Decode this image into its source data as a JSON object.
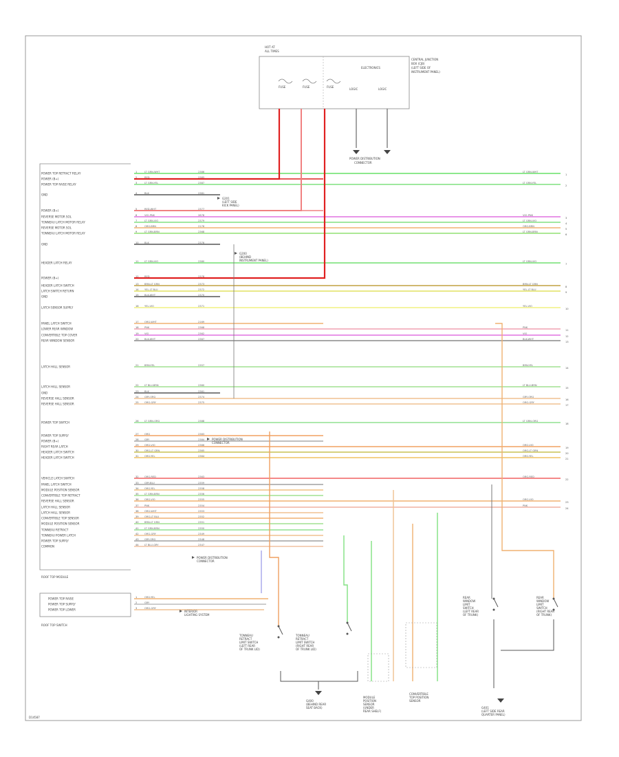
{
  "diagram": {
    "top_module": {
      "title_lines": [
        "HOT AT",
        "ALL TIMES"
      ],
      "fuse_labels": [
        "FUSE",
        "FUSE",
        "FUSE"
      ],
      "side_text": [
        "CENTRAL JUNCTION",
        "BOX (CJB)",
        "(LEFT SIDE OF",
        "INSTRUMENT PANEL)"
      ],
      "inner_title": "ELECTRONICS",
      "relay_labels": [
        "LOGIC",
        "LOGIC"
      ],
      "bottom_label": [
        "POWER DISTRIBUTION",
        "CONNECTOR"
      ]
    },
    "left_panel_title": "ROOF TOP MODULE",
    "switch_panel_title": "ROOF TOP SWITCH",
    "wires": [
      {
        "label": "POWER TOP RETRACT RELAY",
        "pin": "1",
        "color": "LT GRN-WHT",
        "code": "2386",
        "hex": "#66e066",
        "right": "LT GRN-WHT",
        "rnum": "1"
      },
      {
        "label": "POWER (B+)",
        "pin": "2",
        "color": "RED",
        "code": "2385",
        "hex": "#e02020",
        "right": "",
        "rnum": ""
      },
      {
        "label": "POWER TOP RAISE RELAY",
        "pin": "3",
        "color": "LT GRN-YEL",
        "code": "2387",
        "hex": "#7ee07e",
        "right": "LT GRN-YEL",
        "rnum": "2"
      },
      {
        "label": "GND",
        "pin": "4",
        "color": "BLK",
        "code": "2381",
        "hex": "#555555",
        "right": "",
        "rnum": ""
      },
      {
        "label": "POWER (B+)",
        "pin": "5",
        "color": "RED-WHT",
        "code": "2377",
        "hex": "#f08080",
        "right": "",
        "rnum": ""
      },
      {
        "label": "REVERSE MOTOR SOL",
        "pin": "6",
        "color": "VIO-PNK",
        "code": "2878",
        "hex": "#e070e0",
        "right": "VIO-PNK",
        "rnum": "3"
      },
      {
        "label": "TONNEAU LATCH MOTOR RELAY",
        "pin": "7",
        "color": "LT GRN-VIO",
        "code": "2379",
        "hex": "#80e080",
        "right": "LT GRN-VIO",
        "rnum": "4"
      },
      {
        "label": "REVERSE MOTOR SOL",
        "pin": "8",
        "color": "ORG-BRN",
        "code": "2176",
        "hex": "#f0b070",
        "right": "ORG-BRN",
        "rnum": "5"
      },
      {
        "label": "TONNEAU LATCH MOTOR RELAY",
        "pin": "9",
        "color": "LT GRN-BRN",
        "code": "2368",
        "hex": "#90e070",
        "right": "LT GRN-BRN",
        "rnum": "6"
      },
      {
        "label": "GND",
        "pin": "10",
        "color": "BLK",
        "code": "2376",
        "hex": "#555555",
        "right": "",
        "rnum": ""
      },
      {
        "label": "HEADER LATCH RELAY",
        "pin": "11",
        "color": "LT GRN-VIO",
        "code": "2380",
        "hex": "#70e070",
        "right": "LT GRN-VIO",
        "rnum": "7"
      },
      {
        "label": "POWER (B+)",
        "pin": "12",
        "color": "RED",
        "code": "2378",
        "hex": "#e02020",
        "right": "",
        "rnum": ""
      },
      {
        "label": "HEADER LATCH SWITCH",
        "pin": "13",
        "color": "BRN-LT GRN",
        "code": "2373",
        "hex": "#c0a040",
        "right": "BRN-LT GRN",
        "rnum": "8"
      },
      {
        "label": "LATCH SWITCH RETURN",
        "pin": "14",
        "color": "YEL-LT BLU",
        "code": "2372",
        "hex": "#e0e060",
        "right": "YEL-LT BLU",
        "rnum": "9"
      },
      {
        "label": "GND",
        "pin": "15",
        "color": "BLK-WHT",
        "code": "2370",
        "hex": "#555555",
        "right": "",
        "rnum": ""
      },
      {
        "label": "LATCH SENSOR SUPPLY",
        "pin": "16",
        "color": "YEL-VIO",
        "code": "2371",
        "hex": "#f0f080",
        "right": "YEL-VIO",
        "rnum": "10"
      },
      {
        "label": "PANEL LATCH SWITCH",
        "pin": "17",
        "color": "ORG-WHT",
        "code": "2169",
        "hex": "#f0b070",
        "right": "",
        "rnum": ""
      },
      {
        "label": "LOWER REAR WINDOW",
        "pin": "18",
        "color": "PNK",
        "code": "2368",
        "hex": "#f0a0b0",
        "right": "PNK",
        "rnum": "11"
      },
      {
        "label": "CONVERTIBLE TOP COVER",
        "pin": "19",
        "color": "VIO",
        "code": "2362",
        "hex": "#e070e0",
        "right": "VIO",
        "rnum": "12"
      },
      {
        "label": "REAR WINDOW SENSOR",
        "pin": "20",
        "color": "BLK-WHT",
        "code": "2367",
        "hex": "#888888",
        "right": "BLK-WHT",
        "rnum": "13"
      },
      {
        "label": "LATCH HALL SENSOR",
        "pin": "21",
        "color": "BRN-YEL",
        "code": "2357",
        "hex": "#a0e090",
        "right": "BRN-YEL",
        "rnum": "14"
      },
      {
        "label": "LATCH HALL SENSOR",
        "pin": "22",
        "color": "LT BLU-BRN",
        "code": "2360",
        "hex": "#a0e090",
        "right": "LT BLU-BRN",
        "rnum": "15"
      },
      {
        "label": "GND",
        "pin": "23",
        "color": "BLK",
        "code": "2361",
        "hex": "#555555",
        "right": "",
        "rnum": ""
      },
      {
        "label": "REVERSE HALL SENSOR",
        "pin": "24",
        "color": "GRY-ORG",
        "code": "2374",
        "hex": "#f0c090",
        "right": "GRY-ORG",
        "rnum": "16"
      },
      {
        "label": "REVERSE HALL SENSOR",
        "pin": "25",
        "color": "ORG-GRY",
        "code": "2375",
        "hex": "#f0c090",
        "right": "ORG-GRY",
        "rnum": "17"
      },
      {
        "label": "POWER TOP SWITCH",
        "pin": "26",
        "color": "LT GRN-ORG",
        "code": "2388",
        "hex": "#90e090",
        "right": "LT GRN-ORG",
        "rnum": "18"
      },
      {
        "label": "POWER TOP SUPPLY",
        "pin": "27",
        "color": "ORG",
        "code": "2383",
        "hex": "#f0a060",
        "right": "",
        "rnum": ""
      },
      {
        "label": "POWER (B+)",
        "pin": "28",
        "color": "GRY",
        "code": "2384",
        "hex": "#aaaaaa",
        "right": "",
        "rnum": ""
      },
      {
        "label": "RIGHT REAR LATCH",
        "pin": "29",
        "color": "ORG-VIO",
        "code": "2366",
        "hex": "#f0a060",
        "right": "ORG-VIO",
        "rnum": "19"
      },
      {
        "label": "HEADER LATCH SWITCH",
        "pin": "30",
        "color": "ORG-LT GRN",
        "code": "2365",
        "hex": "#c8c050",
        "right": "ORG-LT GRN",
        "rnum": "20"
      },
      {
        "label": "HEADER LATCH SWITCH",
        "pin": "31",
        "color": "ORG-YEL",
        "code": "2364",
        "hex": "#f0c060",
        "right": "ORG-YEL",
        "rnum": "21"
      },
      {
        "label": "VEHICLE LATCH SWITCH",
        "pin": "32",
        "color": "ORG-RED",
        "code": "2363",
        "hex": "#f06060",
        "right": "ORG-RED",
        "rnum": "22"
      },
      {
        "label": "PANEL LATCH SWITCH",
        "pin": "33",
        "color": "GRY-BLU",
        "code": "2359",
        "hex": "#a0a0a0",
        "right": "",
        "rnum": ""
      },
      {
        "label": "MODULE POSITION SENSOR",
        "pin": "34",
        "color": "ORG-YEL",
        "code": "2358",
        "hex": "#f0c080",
        "right": "",
        "rnum": ""
      },
      {
        "label": "CONVERTIBLE TOP RETRACT",
        "pin": "35",
        "color": "LT GRN-BRN",
        "code": "2356",
        "hex": "#a0e090",
        "right": "",
        "rnum": ""
      },
      {
        "label": "REVERSE HALL SENSOR",
        "pin": "36",
        "color": "ORG-VIO",
        "code": "2355",
        "hex": "#f0b070",
        "right": "ORG-VIO",
        "rnum": "23"
      },
      {
        "label": "LATCH HALL SENSOR",
        "pin": "37",
        "color": "PNK",
        "code": "2354",
        "hex": "#f0b0a0",
        "right": "PNK",
        "rnum": "24"
      },
      {
        "label": "LATCH HALL SENSOR",
        "pin": "38",
        "color": "ORG-WHT",
        "code": "2353",
        "hex": "#f0c090",
        "right": "",
        "rnum": ""
      },
      {
        "label": "CONVERTIBLE TOP SENSOR",
        "pin": "39",
        "color": "ORG-LT BLU",
        "code": "2352",
        "hex": "#f0b070",
        "right": "",
        "rnum": ""
      },
      {
        "label": "MODULE POSITION SENSOR",
        "pin": "40",
        "color": "BRN-LT GRN",
        "code": "2351",
        "hex": "#a0e090",
        "right": "",
        "rnum": ""
      },
      {
        "label": "TONNEAU RETRACT",
        "pin": "41",
        "color": "LT GRN-BRN",
        "code": "2350",
        "hex": "#90e090",
        "right": "",
        "rnum": ""
      },
      {
        "label": "TONNEAU POWER LATCH",
        "pin": "42",
        "color": "ORG-GRY",
        "code": "2349",
        "hex": "#f0c090",
        "right": "",
        "rnum": ""
      },
      {
        "label": "POWER TOP SUPPLY",
        "pin": "43",
        "color": "GRY-ORG",
        "code": "2348",
        "hex": "#a0a0a0",
        "right": "",
        "rnum": ""
      },
      {
        "label": "COMMON",
        "pin": "44",
        "color": "LT BLU-GRY",
        "code": "2347",
        "hex": "#f0c0a0",
        "right": "",
        "rnum": ""
      }
    ],
    "switch_wires": [
      {
        "label": "POWER TOP RAISE",
        "pin": "1",
        "color": "ORG-YEL",
        "code": "",
        "hex": "#f0b070"
      },
      {
        "label": "POWER TOP SUPPLY",
        "pin": "2",
        "color": "GRY",
        "code": "",
        "hex": "#bbbbbb"
      },
      {
        "label": "POWER TOP LOWER",
        "pin": "3",
        "color": "ORG-GRY",
        "code": "",
        "hex": "#f0c090"
      }
    ],
    "ref_notes": [
      {
        "lines": [
          "G201",
          "(LEFT SIDE",
          "KICK PANEL)"
        ]
      },
      {
        "lines": [
          "G200",
          "(BEHIND",
          "INSTRUMENT PANEL)"
        ]
      },
      {
        "lines": [
          "POWER DISTRIBUTION",
          "CONNECTOR"
        ]
      },
      {
        "lines": [
          "POWER DISTRIBUTION",
          "CONNECTOR"
        ]
      },
      {
        "lines": [
          "INTERIOR",
          "LIGHTING SYSTEM"
        ]
      }
    ],
    "bottom_components": [
      {
        "lines": [
          "TONNEAU",
          "RETRACT",
          "LIMIT SWITCH",
          "(LEFT REAR",
          "OF TRUNK LID)"
        ]
      },
      {
        "lines": [
          "TONNEAU",
          "RETRACT",
          "LIMIT SWITCH",
          "(RIGHT REAR",
          "OF TRUNK LID)"
        ]
      },
      {
        "lines": [
          "MODULE",
          "POSITION",
          "SENSOR",
          "(UNDER",
          "REAR SHELF)"
        ]
      },
      {
        "lines": [
          "CONVERTIBLE",
          "TOP POSITION",
          "SENSOR"
        ]
      },
      {
        "lines": [
          "REAR",
          "WINDOW",
          "LIMIT",
          "SWITCH",
          "(LEFT REAR",
          "OF TRUNK)"
        ]
      },
      {
        "lines": [
          "REAR",
          "WINDOW",
          "LIMIT",
          "SWITCH",
          "(RIGHT REAR",
          "OF TRUNK)"
        ]
      }
    ],
    "bottom_grounds": [
      {
        "lines": [
          "G400",
          "(BEHIND REAR",
          "SEAT BACK)"
        ]
      },
      {
        "lines": [
          "G401",
          "(LEFT SIDE REAR",
          "QUARTER PANEL)"
        ]
      }
    ],
    "fig_id": "D14587"
  }
}
